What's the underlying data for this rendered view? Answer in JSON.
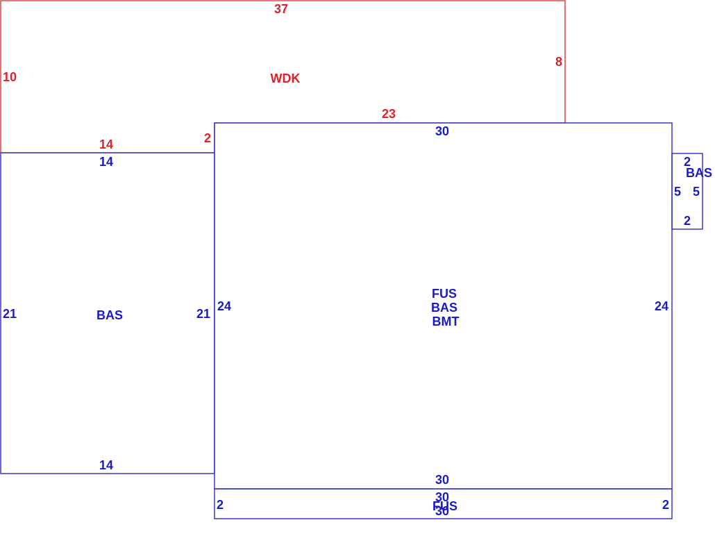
{
  "colors": {
    "deck": "#e0202a",
    "structure": "#1a1acc",
    "background": "#ffffff"
  },
  "wdk": {
    "label": "WDK",
    "dims": {
      "top": "37",
      "left": "10",
      "right": "8",
      "inner_top": "23",
      "bottom": "14",
      "step": "2"
    }
  },
  "bas_left": {
    "label": "BAS",
    "dims": {
      "top": "14",
      "left": "21",
      "right": "21",
      "bottom": "14"
    }
  },
  "main": {
    "label_line1": "FUS",
    "label_line2": "BAS",
    "label_line3": "BMT",
    "dims": {
      "top": "30",
      "left": "24",
      "right": "24",
      "bottom": "30"
    }
  },
  "bas_small": {
    "label": "BAS",
    "dims": {
      "top": "2",
      "left": "5",
      "right": "5",
      "bottom": "2"
    }
  },
  "fus_strip": {
    "label": "FUS",
    "dims": {
      "top": "30",
      "bottom": "30",
      "left": "2",
      "right": "2"
    }
  }
}
